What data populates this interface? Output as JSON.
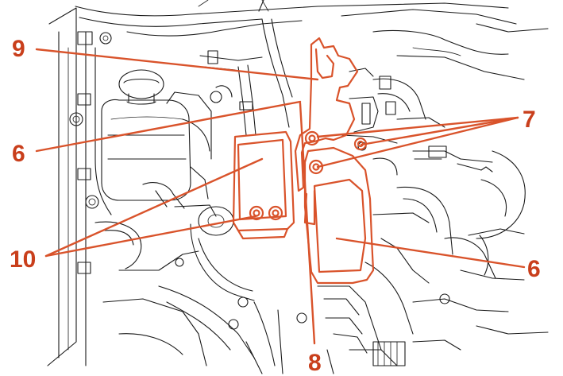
{
  "colors": {
    "highlight": "#d9532b",
    "callout_text": "#c93f1c",
    "line_art": "#1a1a1a",
    "background": "#ffffff"
  },
  "callouts": [
    {
      "id": "c9",
      "label": "9"
    },
    {
      "id": "c6a",
      "label": "6"
    },
    {
      "id": "c10",
      "label": "10"
    },
    {
      "id": "c7",
      "label": "7"
    },
    {
      "id": "c6b",
      "label": "6"
    },
    {
      "id": "c8",
      "label": "8"
    }
  ]
}
